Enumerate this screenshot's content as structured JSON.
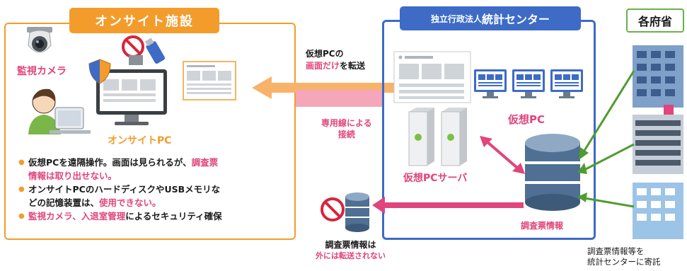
{
  "onsite": {
    "title": "オンサイト施設",
    "camera_label": "監視カメラ",
    "pc_label": "オンサイトPC",
    "bullets": [
      {
        "a": "仮想PCを遠隔操作。画面は見られるが、",
        "hl": "調査票",
        "b": ""
      },
      {
        "a": "",
        "hl": "情報は取り出せない。",
        "b": ""
      },
      {
        "a": "オンサイトPCのハードディスクやUSBメモリな",
        "hl": "",
        "b": ""
      },
      {
        "a": "どの記憶装置は、",
        "hl": "使用できない。",
        "b": ""
      },
      {
        "a": "",
        "hl": "監視カメラ、入退室管理",
        "b": "によるセキュリティ確保"
      }
    ]
  },
  "center": {
    "title_small": "独立行政法人",
    "title_big": "統計センター",
    "virtual_pc_label": "仮想PC",
    "server_label": "仮想PCサーバ",
    "db_label": "調査票情報"
  },
  "transfer": {
    "line1": "仮想PCの",
    "line2_hl": "画面だけ",
    "line2_rest": "を転送",
    "line_label_1": "専用線による",
    "line_label_2": "接続"
  },
  "no_transfer": {
    "line1": "調査票情報は",
    "line2": "外には転送されない"
  },
  "ministries": {
    "title": "各府省",
    "note_1": "調査票情報等を",
    "note_2": "統計センターに寄託"
  },
  "colors": {
    "orange": "#f39c2b",
    "blue": "#3d6bc6",
    "pink": "#e0457b",
    "green": "#6ab04c"
  }
}
